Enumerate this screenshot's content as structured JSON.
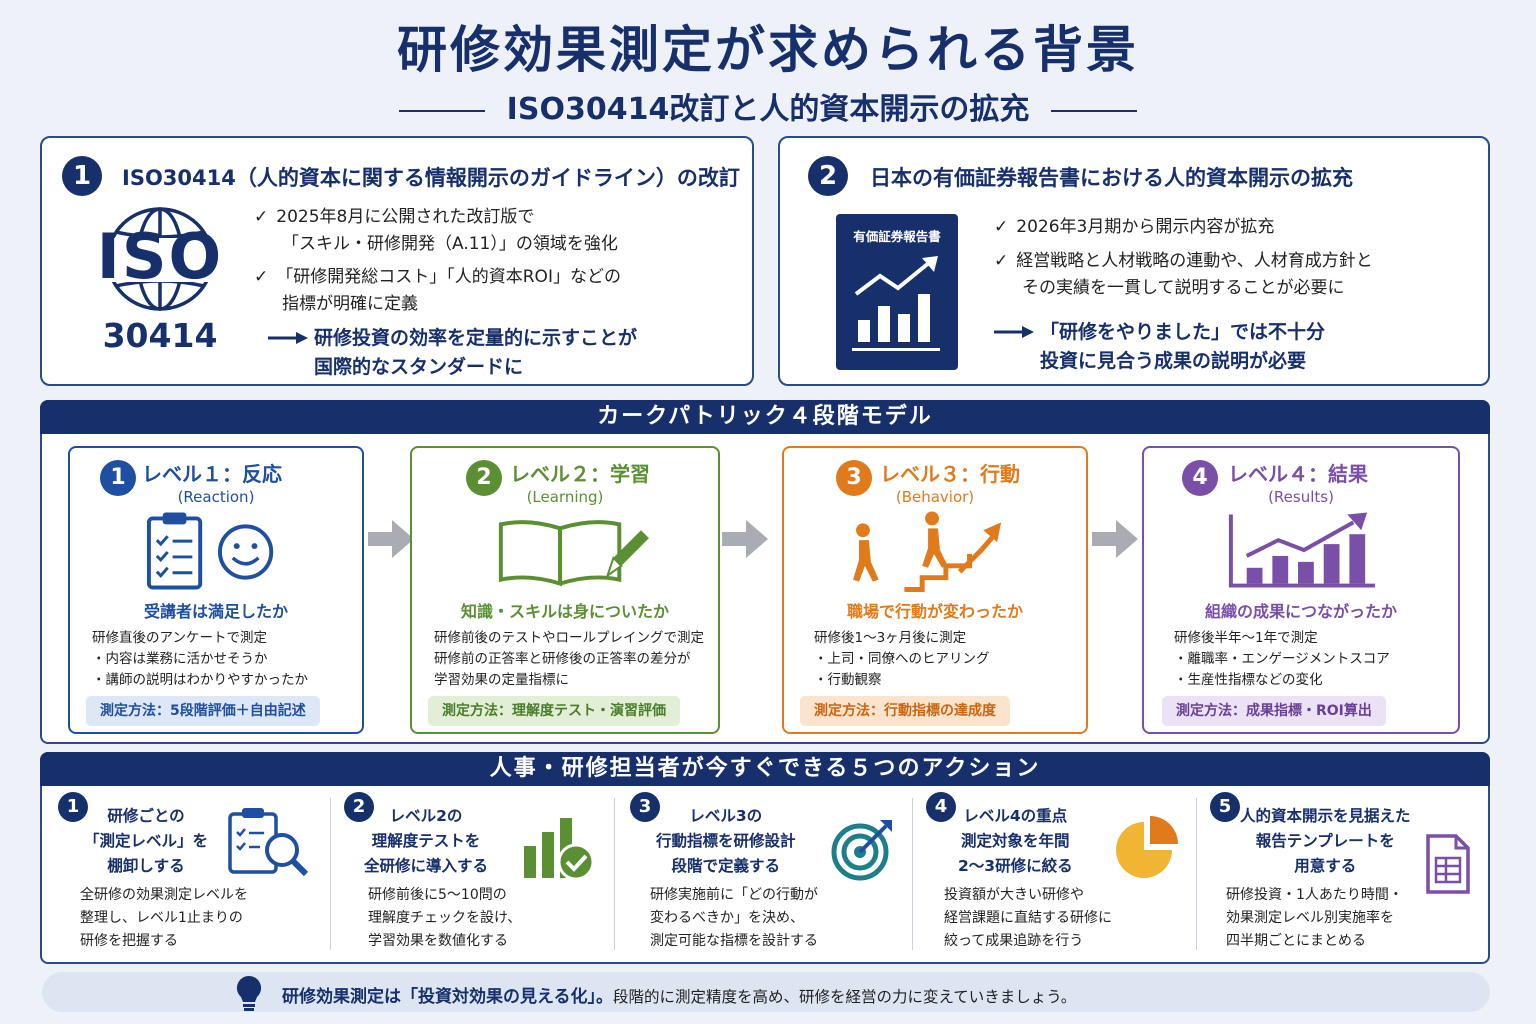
{
  "header": {
    "title": "研修効果測定が求められる背景",
    "subtitle": "ISO30414改訂と人的資本開示の拡充"
  },
  "section1": {
    "number": "1",
    "title": "ISO30414（人的資本に関する情報開示のガイドライン）の改訂",
    "logo_text": "ISO",
    "logo_number": "30414",
    "checks": [
      "2025年8月に公開された改訂版で",
      "「スキル・研修開発（A.11）」の領域を強化",
      "「研修開発総コスト」「人的資本ROI」などの",
      "指標が明確に定義"
    ],
    "conclusion": [
      "研修投資の効率を定量的に示すことが",
      "国際的なスタンダードに"
    ]
  },
  "section2": {
    "number": "2",
    "title": "日本の有価証券報告書における人的資本開示の拡充",
    "doc_label": "有価証券報告書",
    "checks": [
      "2026年3月期から開示内容が拡充",
      "経営戦略と人材戦略の連動や、人材育成方針と",
      "その実績を一貫して説明することが必要に"
    ],
    "conclusion": [
      "「研修をやりました」では不十分",
      "投資に見合う成果の説明が必要"
    ]
  },
  "model": {
    "banner": "カークパトリック４段階モデル",
    "levels": [
      {
        "num": "1",
        "name": "レベル１：反応",
        "eng": "(Reaction)",
        "question": "受講者は満足したか",
        "desc": [
          "研修直後のアンケートで測定",
          "・内容は業務に活かせそうか",
          "・講師の説明はわかりやすかったか"
        ],
        "method": "測定方法：5段階評価＋自由記述"
      },
      {
        "num": "2",
        "name": "レベル２：学習",
        "eng": "(Learning)",
        "question": "知識・スキルは身についたか",
        "desc": [
          "研修前後のテストやロールプレイングで測定",
          "研修前の正答率と研修後の正答率の差分が",
          "学習効果の定量指標に"
        ],
        "method": "測定方法：理解度テスト・演習評価"
      },
      {
        "num": "3",
        "name": "レベル３：行動",
        "eng": "(Behavior)",
        "question": "職場で行動が変わったか",
        "desc": [
          "研修後1〜3ヶ月後に測定",
          "・上司・同僚へのヒアリング",
          "・行動観察"
        ],
        "method": "測定方法：行動指標の達成度"
      },
      {
        "num": "4",
        "name": "レベル４：結果",
        "eng": "(Results)",
        "question": "組織の成果につながったか",
        "desc": [
          "研修後半年〜1年で測定",
          "・離職率・エンゲージメントスコア",
          "・生産性指標などの変化"
        ],
        "method": "測定方法：成果指標・ROI算出"
      }
    ]
  },
  "actions": {
    "banner": "人事・研修担当者が今すぐできる５つのアクション",
    "items": [
      {
        "num": "1",
        "title": [
          "研修ごとの",
          "「測定レベル」を",
          "棚卸しする"
        ],
        "desc": [
          "全研修の効果測定レベルを",
          "整理し、レベル1止まりの",
          "研修を把握する"
        ]
      },
      {
        "num": "2",
        "title": [
          "レベル2の",
          "理解度テストを",
          "全研修に導入する"
        ],
        "desc": [
          "研修前後に5〜10問の",
          "理解度チェックを設け、",
          "学習効果を数値化する"
        ]
      },
      {
        "num": "3",
        "title": [
          "レベル3の",
          "行動指標を研修設計",
          "段階で定義する"
        ],
        "desc": [
          "研修実施前に「どの行動が",
          "変わるべきか」を決め、",
          "測定可能な指標を設計する"
        ]
      },
      {
        "num": "4",
        "title": [
          "レベル4の重点",
          "測定対象を年間",
          "2〜3研修に絞る"
        ],
        "desc": [
          "投資額が大きい研修や",
          "経営課題に直結する研修に",
          "絞って成果追跡を行う"
        ]
      },
      {
        "num": "5",
        "title": [
          "人的資本開示を見据えた",
          "報告テンプレートを",
          "用意する"
        ],
        "desc": [
          "研修投資・1人あたり時間・",
          "効果測定レベル別実施率を",
          "四半期ごとにまとめる"
        ]
      }
    ]
  },
  "footer": {
    "emphasis": "研修効果測定は「投資対効果の見える化」。",
    "text": "段階的に測定精度を高め、研修を経営の力に変えていきましょう。"
  },
  "colors": {
    "navy": "#17306b",
    "level1": "#1f4fa0",
    "level2": "#5a8f34",
    "level3": "#e07a1a",
    "level4": "#7a4fa8"
  }
}
